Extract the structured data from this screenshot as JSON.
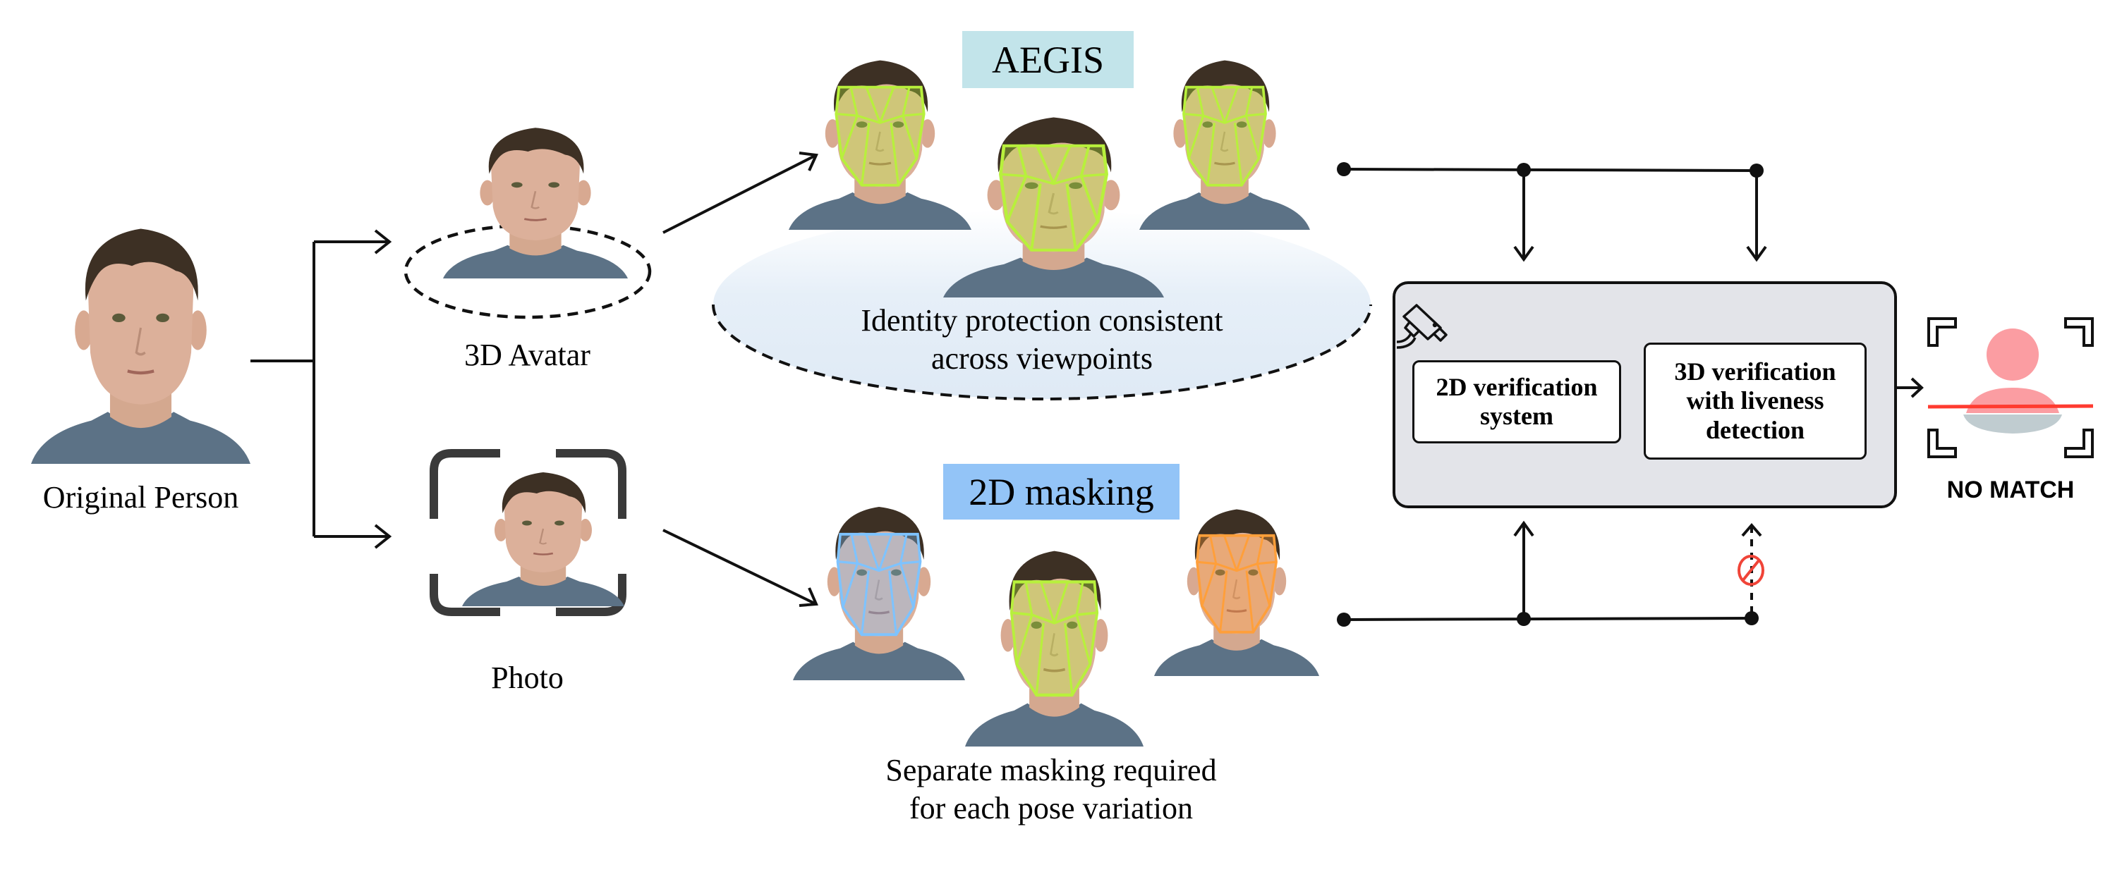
{
  "source": {
    "label": "Original Person"
  },
  "branches": {
    "avatar": {
      "label": "3D Avatar"
    },
    "photo": {
      "label": "Photo"
    }
  },
  "aegis": {
    "tag": "AEGIS",
    "tag_color": "#c2e4ea",
    "mesh_color": "#b8f03c",
    "caption_lines": [
      "Identity protection consistent",
      "across viewpoints"
    ]
  },
  "masking": {
    "tag": "2D masking",
    "tag_color": "#93c4f7",
    "mesh_colors": [
      "#7ec3ff",
      "#b8f03c",
      "#ff9f3a"
    ],
    "caption_lines": [
      "Separate masking required",
      "for each pose variation"
    ]
  },
  "verification": {
    "icon": "security-camera-icon",
    "systems": [
      {
        "lines": [
          "2D verification",
          "system"
        ]
      },
      {
        "lines": [
          "3D verification",
          "with liveness",
          "detection"
        ]
      }
    ],
    "blocked_icon": "prohibited-icon",
    "blocked_color": "#f04438"
  },
  "result": {
    "icon": "user-scan-icon",
    "label": "NO MATCH",
    "strike_color": "#ff3b30"
  }
}
